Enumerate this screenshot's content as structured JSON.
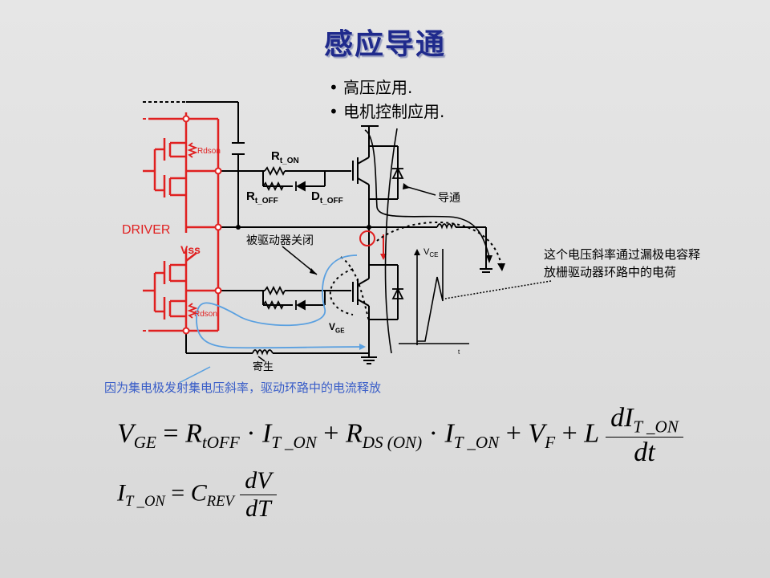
{
  "slide": {
    "title": "感应导通",
    "bullets": [
      "高压应用.",
      "电机控制应用."
    ]
  },
  "labels": {
    "rdson_top": "Rdson",
    "rdson_bottom": "Rdson",
    "driver": "DRIVER",
    "vss": "Vss",
    "rt_on": "R",
    "rt_on_sub": "t_ON",
    "rt_off": "R",
    "rt_off_sub": "t_OFF",
    "dt_off": "D",
    "dt_off_sub": "t_OFF",
    "conduct": "导通",
    "turned_off": "被驱动器关闭",
    "vce": "V",
    "vce_sub": "CE",
    "vge": "V",
    "vge_sub": "GE",
    "t_axis": "t",
    "parasitic": "寄生",
    "note_line1": "这个电压斜率通过漏极电容释",
    "note_line2": "放栅驱动器环路中的电荷",
    "blue_note": "因为集电极发射集电压斜率，驱动环路中的电流释放"
  },
  "formulas": {
    "f1": {
      "lhs": "V",
      "lhs_sub": "GE",
      "eq": "=",
      "t1": "R",
      "t1_sub": "tOFF",
      "dot": "·",
      "i1": "I",
      "i1_sub": "T _ON",
      "plus1": "+",
      "t2": "R",
      "t2_sub": "DS (ON)",
      "i2": "I",
      "i2_sub": "T _ON",
      "plus2": "+",
      "t3": "V",
      "t3_sub": "F",
      "plus3": "+",
      "t4": "L",
      "num": "dI",
      "num_sub": "T _ON",
      "den": "dt"
    },
    "f2": {
      "lhs": "I",
      "lhs_sub": "T _ON",
      "eq": "=",
      "c": "C",
      "c_sub": "REV",
      "num": "dV",
      "den": "dT"
    }
  },
  "colors": {
    "title": "#1f2a8c",
    "driver_red": "#e02020",
    "blue_path": "#5aa0e0",
    "wire": "#000000"
  }
}
